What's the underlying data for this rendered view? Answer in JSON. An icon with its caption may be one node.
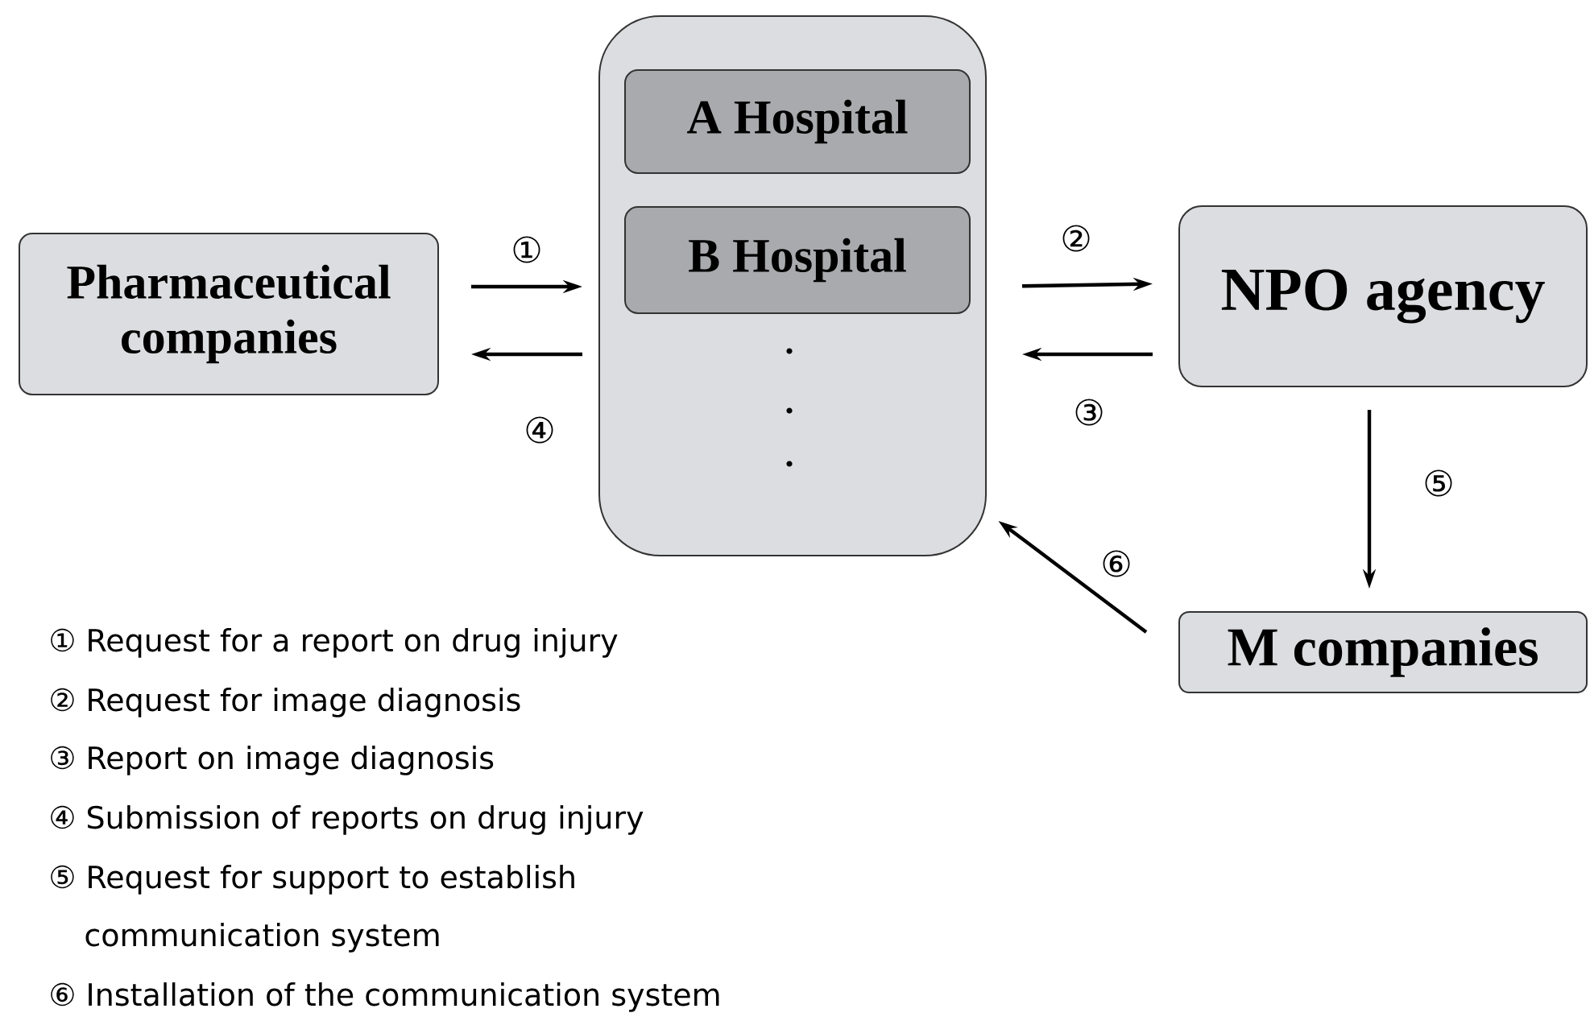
{
  "diagram": {
    "nodes": [
      {
        "text": [
          "Pharmaceutical companies"
        ]
      },
      {
        "text": [],
        "shape": "box"
      },
      {
        "text": [
          "A Hospital"
        ],
        "in": 1
      },
      {
        "text": [
          "B Hospital"
        ],
        "in": 1
      },
      {
        "text": [
          "NPO agency"
        ]
      },
      {
        "text": [
          "M companies"
        ]
      }
    ],
    "edges": [
      {
        "from": 0,
        "to": 1,
        "arrow": "to",
        "label": "①"
      },
      {
        "from": 1,
        "to": 0,
        "arrow": "to",
        "label": "④"
      },
      {
        "from": 1,
        "to": 4,
        "arrow": "to",
        "label": "②"
      },
      {
        "from": 4,
        "to": 1,
        "arrow": "to",
        "label": "③"
      },
      {
        "from": 4,
        "to": 5,
        "arrow": "to",
        "label": "⑤"
      },
      {
        "from": 5,
        "to": 1,
        "arrow": "to",
        "label": "⑥"
      }
    ],
    "labels": [
      "① Request for a report on drug injury",
      "② Request for image diagnosis",
      "③ Report on image diagnosis",
      "④ Submission of reports on drug injury",
      "⑤ Request for support to establish communication system",
      "⑥ Installation of the communication system"
    ]
  }
}
